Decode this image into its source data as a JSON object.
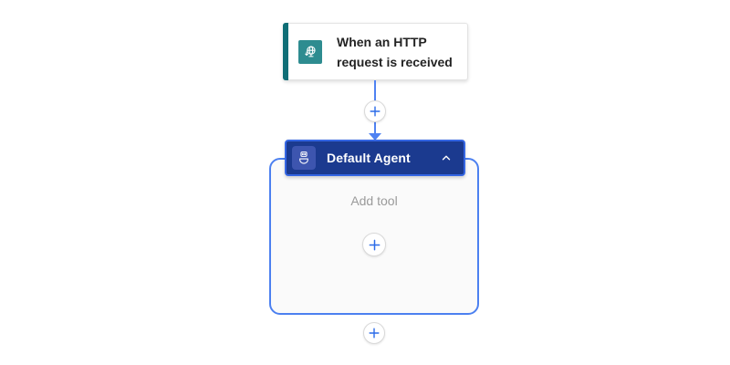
{
  "colors": {
    "canvas_bg": "#ffffff",
    "connector_blue": "#4F82F2",
    "selection_blue": "#3566E3",
    "container_border": "#4C80F0",
    "container_bg": "#FAFAFA",
    "plus_blue": "#2B6BE8",
    "plus_border": "#D9D9D9",
    "header_navy": "#1B3A8F",
    "agent_icon_bg": "#3D55AF",
    "trigger_teal": "#2E8C90",
    "trigger_stripe": "#0F6E76",
    "card_border": "#E3E3E3",
    "title_text": "#242424",
    "muted_text": "#9A9A9A"
  },
  "trigger": {
    "title": "When an HTTP request is received",
    "icon": "http-request-globe-icon"
  },
  "agent": {
    "label": "Default Agent",
    "icon": "agent-bot-icon",
    "collapse_icon": "chevron-up-icon",
    "add_tool_label": "Add tool"
  },
  "connectors": {
    "between_trigger_and_agent": "insert-step-plus",
    "inside_agent": "add-tool-plus",
    "below_agent": "insert-step-below-plus"
  }
}
